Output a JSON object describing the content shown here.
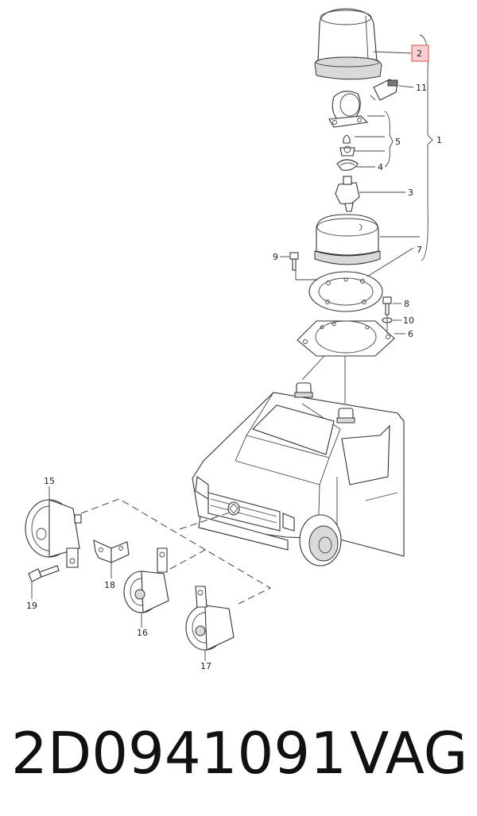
{
  "diagram": {
    "callouts": [
      "1",
      "2",
      "3",
      "4",
      "5",
      "6",
      "7",
      "8",
      "9",
      "10",
      "11",
      "15",
      "16",
      "17",
      "18",
      "19"
    ],
    "highlighted_callout": "2"
  },
  "caption": {
    "part_number": "2D0941091",
    "brand": "VAG"
  },
  "colors": {
    "highlight_fill": "#f7d0d0",
    "highlight_stroke": "#d96a6a"
  }
}
